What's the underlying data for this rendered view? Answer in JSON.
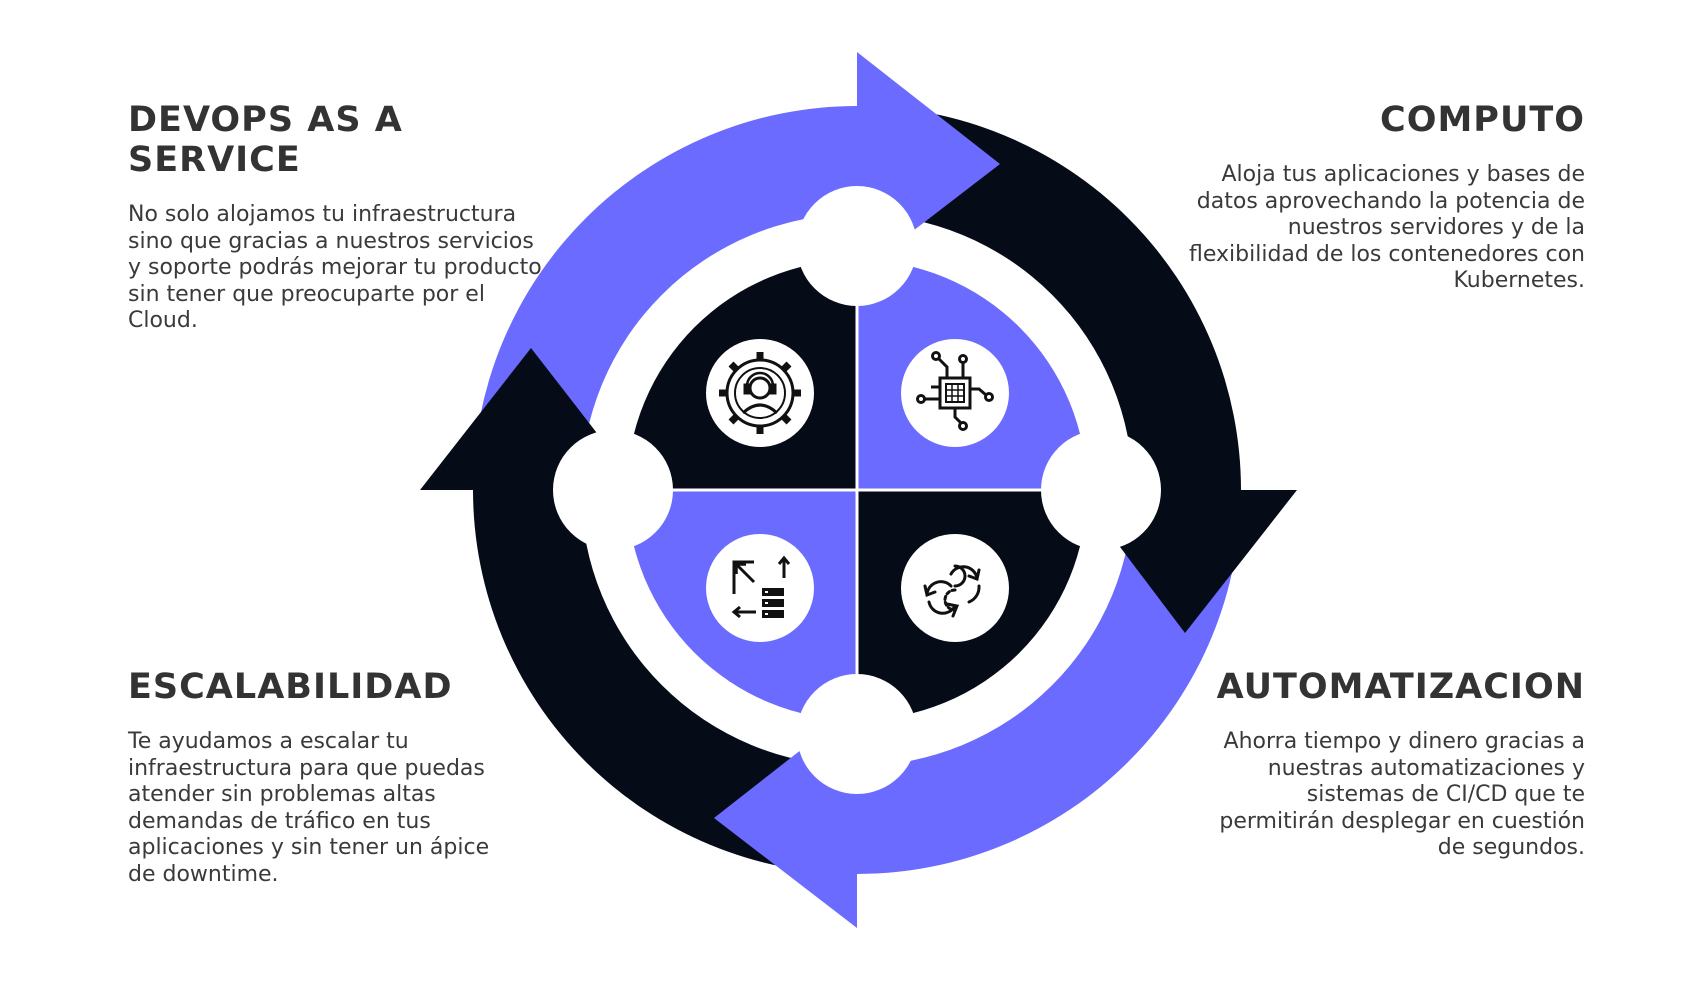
{
  "colors": {
    "accent": "#6b6bff",
    "dark": "#060c17",
    "background": "#ffffff",
    "text": "#333333"
  },
  "sections": {
    "devops": {
      "title_line1": "DEVOPS AS A",
      "title_line2": "SERVICE",
      "body": "No solo alojamos tu infraestructura sino que gracias a nuestros servicios y soporte podrás mejorar tu producto sin tener que preocuparte por el Cloud.",
      "icon": "gear-support-icon"
    },
    "computo": {
      "title": "COMPUTO",
      "body": "Aloja tus aplicaciones  y bases de datos aprovechando la potencia de nuestros servidores y de la flexibilidad de los contenedores con Kubernetes.",
      "icon": "chip-circuit-icon"
    },
    "escalabilidad": {
      "title": "ESCALABILIDAD",
      "body": "Te ayudamos a escalar tu infraestructura para que puedas atender sin problemas altas demandas de tráfico en tus aplicaciones y sin tener un ápice de downtime.",
      "icon": "scale-server-icon"
    },
    "automatizacion": {
      "title": "AUTOMATIZACION",
      "body": "Ahorra tiempo y dinero gracias a nuestras automatizaciones y sistemas de CI/CD que te permitirán desplegar en cuestión de segundos.",
      "icon": "sync-arrows-icon"
    }
  }
}
